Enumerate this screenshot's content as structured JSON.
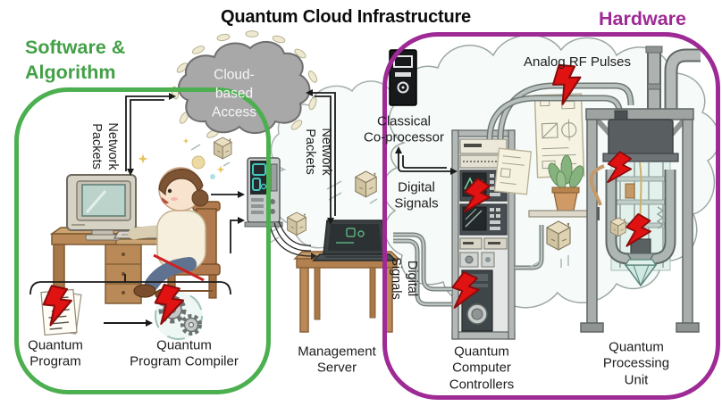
{
  "title": "Quantum Cloud Infrastructure",
  "sections": {
    "software": {
      "label": "Software &\nAlgorithm",
      "accent": "#4caf50"
    },
    "hardware": {
      "label": "Hardware",
      "accent": "#9e2a96"
    }
  },
  "nodes": {
    "cloud_access": {
      "label": "Cloud-\nbased\nAccess"
    },
    "quantum_program": {
      "label": "Quantum\nProgram"
    },
    "quantum_program_compiler": {
      "label": "Quantum\nProgram Compiler"
    },
    "management_server": {
      "label": "Management\nServer"
    },
    "classical_coprocessor": {
      "label": "Classical\nCo-processor"
    },
    "quantum_computer_controllers": {
      "label": "Quantum\nComputer\nControllers"
    },
    "quantum_processing_unit": {
      "label": "Quantum\nProcessing\nUnit"
    }
  },
  "edges": {
    "network_packets_left": {
      "label": "Network\nPackets"
    },
    "network_packets_right": {
      "label": "Network\nPackets"
    },
    "digital_signals_coprocessor": {
      "label": "Digital\nSignals"
    },
    "digital_signals_server": {
      "label": "Digital\nSignals"
    },
    "analog_rf_pulses": {
      "label": "Analog RF Pulses"
    }
  },
  "colors": {
    "error_bolt": "#e01212",
    "cloud_gray": "#a8a8a8"
  }
}
